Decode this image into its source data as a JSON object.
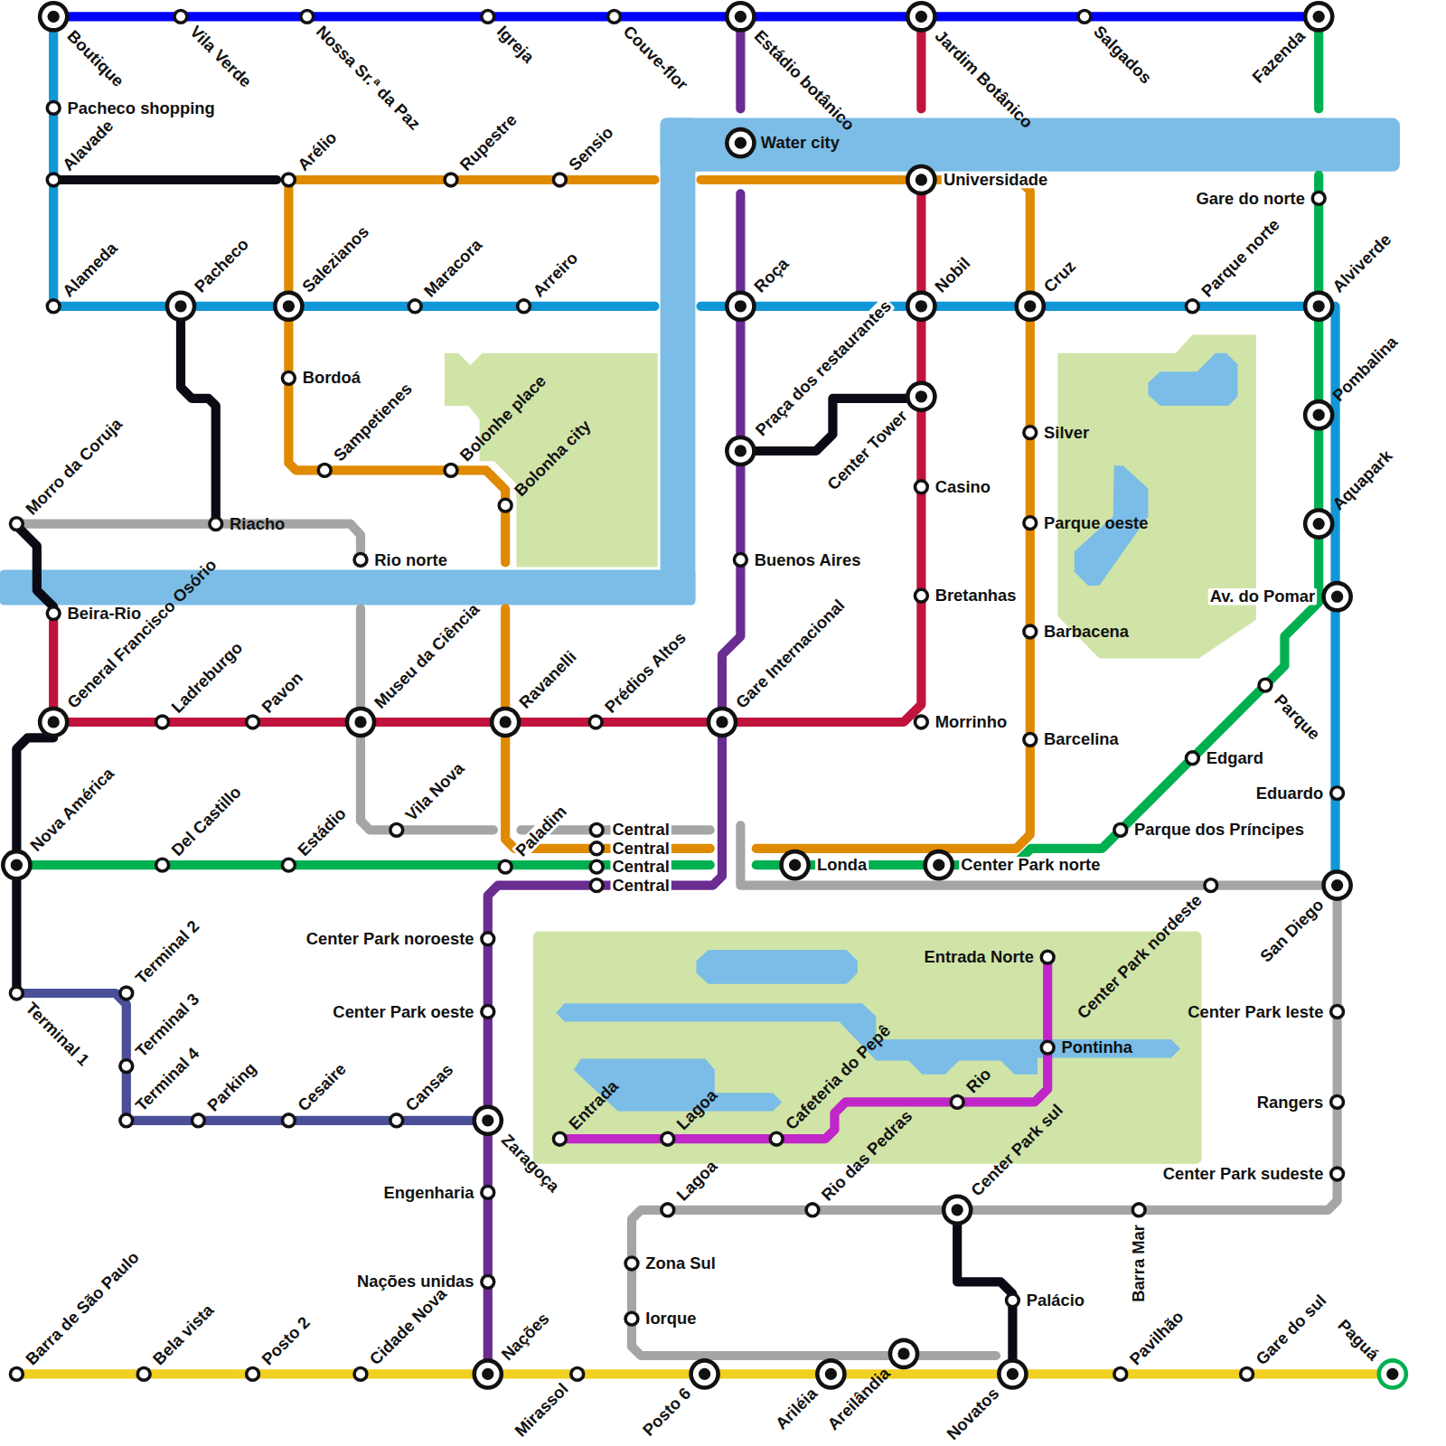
{
  "diagram": {
    "labels": [
      "Boutique",
      "Vila Verde",
      "Nossa Sr.ª da Paz",
      "Igreja",
      "Couve-flor",
      "Estádio botânico",
      "Jardim Botânico",
      "Salgados",
      "Fazenda",
      "Pacheco shopping",
      "Water city",
      "Alavade",
      "Arélio",
      "Rupestre",
      "Sensio",
      "Universidade",
      "Gare do norte",
      "Alameda",
      "Pacheco",
      "Salezianos",
      "Maracora",
      "Arreiro",
      "Roça",
      "Nobil",
      "Cruz",
      "Parque norte",
      "Alviverde",
      "Bordoá",
      "Praça dos restaurantes",
      "Center Tower",
      "Pombalina",
      "Silver",
      "Sampetienes",
      "Bolonhe place",
      "Bolonha city",
      "Casino",
      "Morro da Coruja",
      "Riacho",
      "Parque oeste",
      "Aquapark",
      "Rio norte",
      "Buenos Aires",
      "Bretanhas",
      "Av. do Pomar",
      "Beira-Rio",
      "Barbacena",
      "Parque",
      "General Francisco Osório",
      "Ladreburgo",
      "Pavon",
      "Museu da Ciência",
      "Ravanelli",
      "Prédios Altos",
      "Gare Internacional",
      "Morrinho",
      "Barcelina",
      "Edgard",
      "Eduardo",
      "Nova América",
      "Del Castillo",
      "Estádio",
      "Vila Nova",
      "Paladim",
      "Central",
      "Central",
      "Central",
      "Central",
      "Londa",
      "Center Park norte",
      "Parque dos Príncipes",
      "Center Park nordeste",
      "San Diego",
      "Center Park noroeste",
      "Entrada Norte",
      "Terminal 2",
      "Terminal 1",
      "Center Park oeste",
      "Center Park leste",
      "Pontinha",
      "Terminal 3",
      "Cafeteria do Pepê",
      "Rio",
      "Rangers",
      "Terminal 4",
      "Parking",
      "Cesaire",
      "Cansas",
      "Zaragoça",
      "Entrada",
      "Lagoa",
      "Center Park sudeste",
      "Engenharia",
      "Lagoa",
      "Rio das Pedras",
      "Center Park sul",
      "Barra Mar",
      "Zona Sul",
      "Nações unidas",
      "Palácio",
      "Iorque",
      "Barra de São Paulo",
      "Bela vista",
      "Posto 2",
      "Cidade Nova",
      "Nações",
      "Mirassol",
      "Posto 6",
      "Ariléia",
      "Areilândia",
      "Novatos",
      "Pavilhão",
      "Gare do sul",
      "Paguá"
    ]
  }
}
